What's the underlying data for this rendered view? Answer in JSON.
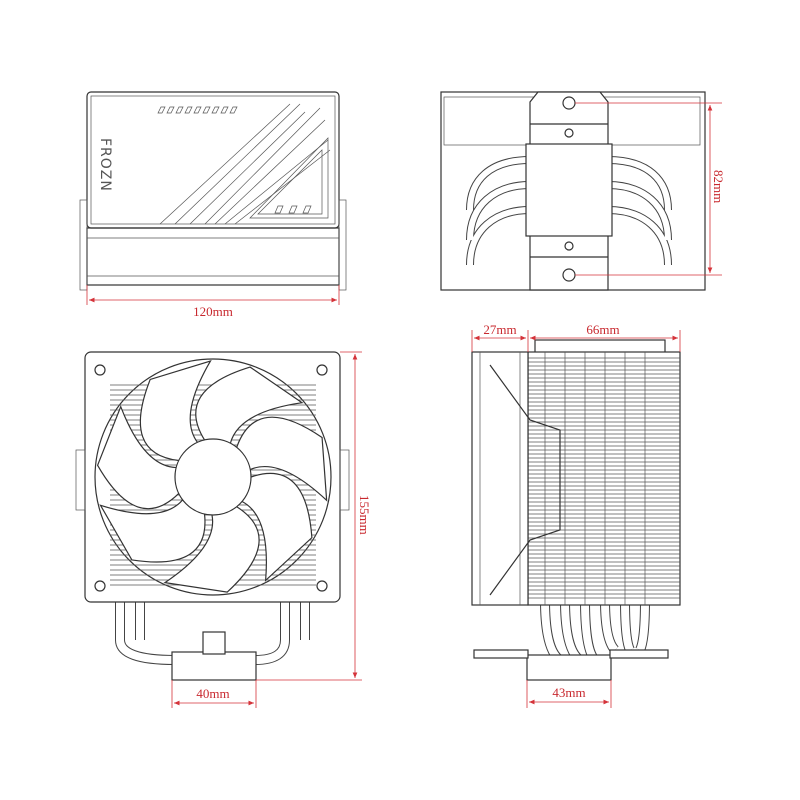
{
  "brand_logo": "FROZN",
  "dimensions": {
    "top_width": "120mm",
    "hole_spacing": "82mm",
    "fan_depth": "27mm",
    "fin_depth": "66mm",
    "height": "155mm",
    "base_front": "40mm",
    "base_side": "43mm"
  },
  "colors": {
    "line": "#333333",
    "dimension": "#d4333a"
  }
}
